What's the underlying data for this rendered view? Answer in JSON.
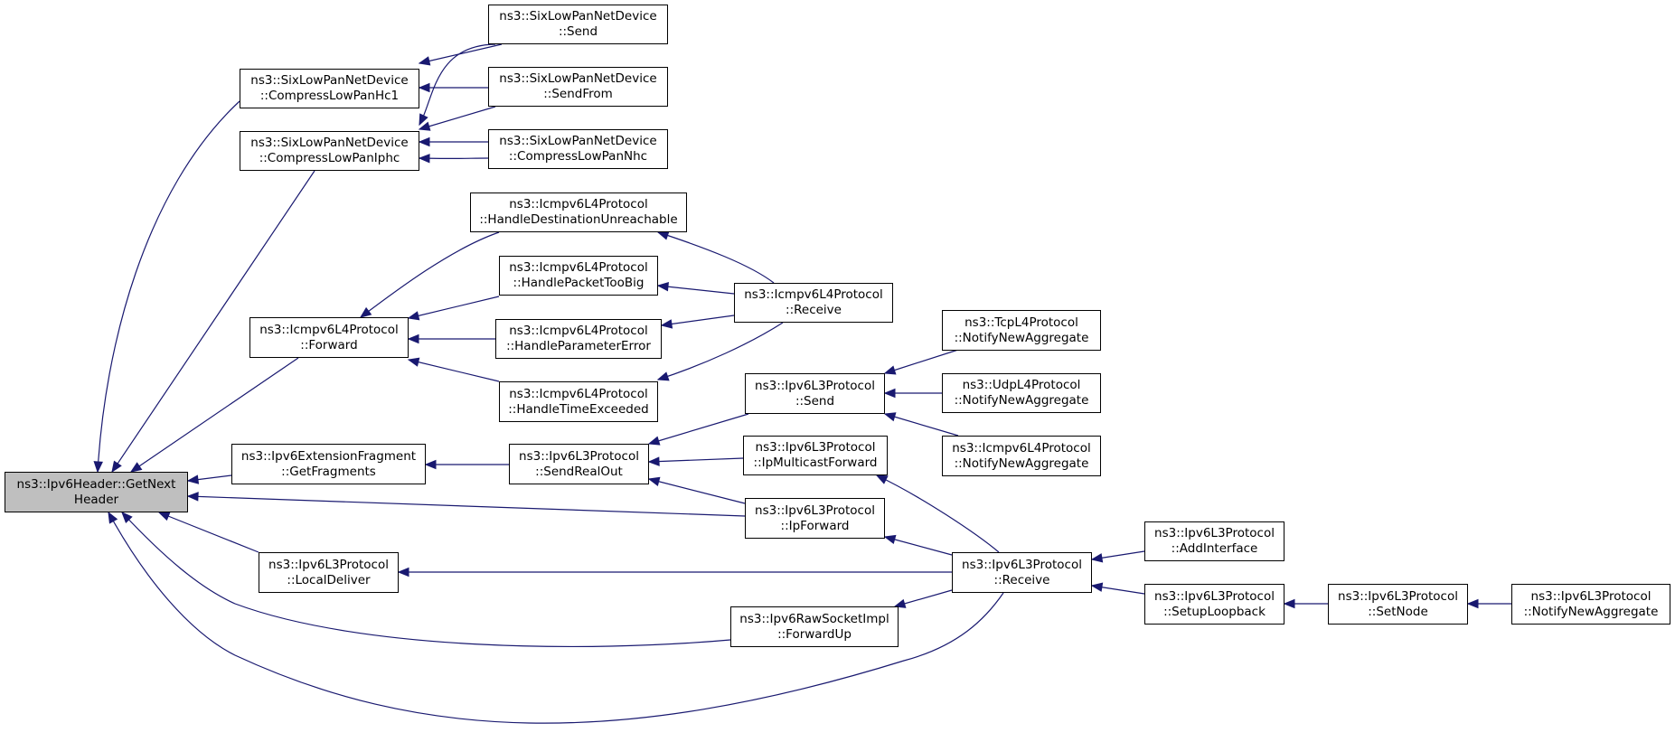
{
  "graph": {
    "edge_color": "#191970",
    "root_fill": "#bfbfbf",
    "nodes": [
      {
        "id": "root",
        "line1": "ns3::Ipv6Header::GetNext",
        "line2": "Header",
        "root": true
      },
      {
        "id": "compHc1",
        "line1": "ns3::SixLowPanNetDevice",
        "line2": "::CompressLowPanHc1"
      },
      {
        "id": "compIphc",
        "line1": "ns3::SixLowPanNetDevice",
        "line2": "::CompressLowPanIphc"
      },
      {
        "id": "send",
        "line1": "ns3::SixLowPanNetDevice",
        "line2": "::Send"
      },
      {
        "id": "sendFrom",
        "line1": "ns3::SixLowPanNetDevice",
        "line2": "::SendFrom"
      },
      {
        "id": "compNhc",
        "line1": "ns3::SixLowPanNetDevice",
        "line2": "::CompressLowPanNhc"
      },
      {
        "id": "hdu",
        "line1": "ns3::Icmpv6L4Protocol",
        "line2": "::HandleDestinationUnreachable"
      },
      {
        "id": "hptb",
        "line1": "ns3::Icmpv6L4Protocol",
        "line2": "::HandlePacketTooBig"
      },
      {
        "id": "icmpRecv",
        "line1": "ns3::Icmpv6L4Protocol",
        "line2": "::Receive"
      },
      {
        "id": "icmpFwd",
        "line1": "ns3::Icmpv6L4Protocol",
        "line2": "::Forward"
      },
      {
        "id": "hpe",
        "line1": "ns3::Icmpv6L4Protocol",
        "line2": "::HandleParameterError"
      },
      {
        "id": "hte",
        "line1": "ns3::Icmpv6L4Protocol",
        "line2": "::HandleTimeExceeded"
      },
      {
        "id": "l3send",
        "line1": "ns3::Ipv6L3Protocol",
        "line2": "::Send"
      },
      {
        "id": "tcpNA",
        "line1": "ns3::TcpL4Protocol",
        "line2": "::NotifyNewAggregate"
      },
      {
        "id": "udpNA",
        "line1": "ns3::UdpL4Protocol",
        "line2": "::NotifyNewAggregate"
      },
      {
        "id": "icmpNA",
        "line1": "ns3::Icmpv6L4Protocol",
        "line2": "::NotifyNewAggregate"
      },
      {
        "id": "getFrag",
        "line1": "ns3::Ipv6ExtensionFragment",
        "line2": "::GetFragments"
      },
      {
        "id": "sendRealOut",
        "line1": "ns3::Ipv6L3Protocol",
        "line2": "::SendRealOut"
      },
      {
        "id": "ipMcast",
        "line1": "ns3::Ipv6L3Protocol",
        "line2": "::IpMulticastForward"
      },
      {
        "id": "ipFwd",
        "line1": "ns3::Ipv6L3Protocol",
        "line2": "::IpForward"
      },
      {
        "id": "localDeliver",
        "line1": "ns3::Ipv6L3Protocol",
        "line2": "::LocalDeliver"
      },
      {
        "id": "l3recv",
        "line1": "ns3::Ipv6L3Protocol",
        "line2": "::Receive"
      },
      {
        "id": "addIface",
        "line1": "ns3::Ipv6L3Protocol",
        "line2": "::AddInterface"
      },
      {
        "id": "setupLoop",
        "line1": "ns3::Ipv6L3Protocol",
        "line2": "::SetupLoopback"
      },
      {
        "id": "setNode",
        "line1": "ns3::Ipv6L3Protocol",
        "line2": "::SetNode"
      },
      {
        "id": "l3NA",
        "line1": "ns3::Ipv6L3Protocol",
        "line2": "::NotifyNewAggregate"
      },
      {
        "id": "rawFwdUp",
        "line1": "ns3::Ipv6RawSocketImpl",
        "line2": "::ForwardUp"
      }
    ]
  }
}
